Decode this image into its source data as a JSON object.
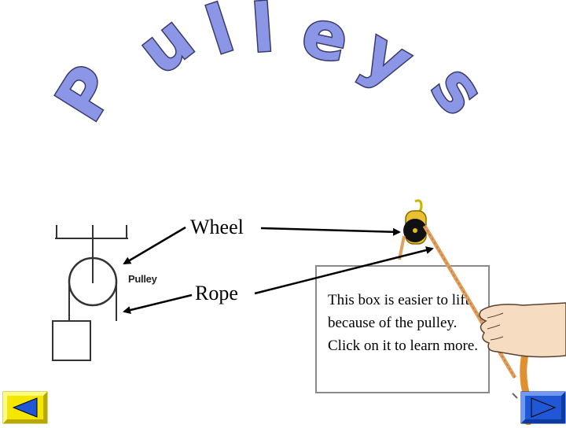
{
  "title": {
    "letters": [
      "P",
      "u",
      "l",
      "l",
      "e",
      "y",
      "s"
    ],
    "fill_color": "#8c96e6",
    "outline_color": "#3a3a6a"
  },
  "diagram": {
    "pulley_label": "Pulley",
    "wheel_label": "Wheel",
    "rope_label": "Rope"
  },
  "info_box": {
    "text": "This box is easier to lift because of the pulley. Click on it to learn more."
  },
  "nav": {
    "back_icon": "triangle-left",
    "forward_icon": "triangle-right",
    "back_color": "#f5e600",
    "forward_color": "#1f57d6"
  }
}
